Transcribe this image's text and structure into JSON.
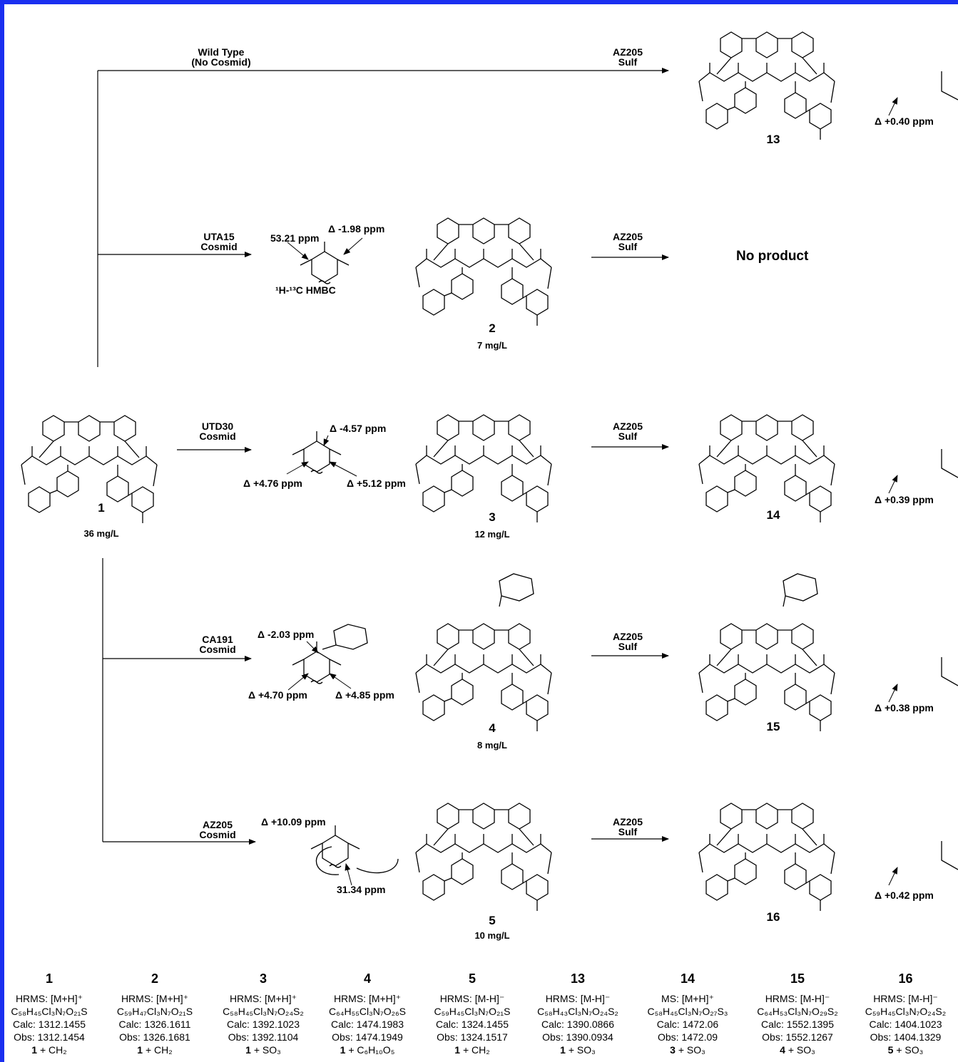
{
  "colors": {
    "frame": "#1a2ff0"
  },
  "routes": [
    {
      "name": "Wild Type",
      "sub": "(No Cosmid)"
    },
    {
      "name": "UTA15",
      "sub": "Cosmid"
    },
    {
      "name": "UTD30",
      "sub": "Cosmid"
    },
    {
      "name": "CA191",
      "sub": "Cosmid"
    },
    {
      "name": "AZ205",
      "sub": "Cosmid"
    }
  ],
  "sulf": {
    "name": "AZ205",
    "sub": "Sulf"
  },
  "no_product": "No product",
  "annotations": {
    "uta15": {
      "a": "53.21 ppm",
      "b": "Δ -1.98 ppm",
      "hmbc": "¹H-¹³C HMBC"
    },
    "utd30": {
      "a": "Δ -4.57 ppm",
      "b": "Δ +4.76 ppm",
      "c": "Δ +5.12 ppm"
    },
    "ca191": {
      "a": "Δ -2.03 ppm",
      "b": "Δ +4.70 ppm",
      "c": "Δ +4.85 ppm"
    },
    "az205": {
      "a": "Δ +10.09 ppm",
      "b": "31.34 ppm"
    },
    "right": [
      "Δ +0.40 ppm",
      "Δ +0.39 ppm",
      "Δ +0.38 ppm",
      "Δ +0.42 ppm"
    ]
  },
  "compounds": {
    "c1": {
      "num": "1",
      "yield": "36 mg/L"
    },
    "c2": {
      "num": "2",
      "yield": "7 mg/L"
    },
    "c3": {
      "num": "3",
      "yield": "12 mg/L"
    },
    "c4": {
      "num": "4",
      "yield": "8 mg/L"
    },
    "c5": {
      "num": "5",
      "yield": "10 mg/L"
    },
    "c13": {
      "num": "13"
    },
    "c14": {
      "num": "14"
    },
    "c15": {
      "num": "15"
    },
    "c16": {
      "num": "16"
    }
  },
  "hrms_table": [
    {
      "num": "1",
      "method": "HRMS: [M+H]⁺",
      "formula": "C₅₈H₄₅Cl₃N₇O₂₁S",
      "calc": "Calc: 1312.1455",
      "obs": "Obs: 1312.1454",
      "rel_base": "1",
      "rel_add": " + CH₂"
    },
    {
      "num": "2",
      "method": "HRMS: [M+H]⁺",
      "formula": "C₅₉H₄₇Cl₃N₇O₂₁S",
      "calc": "Calc: 1326.1611",
      "obs": "Obs: 1326.1681",
      "rel_base": "1",
      "rel_add": " + CH₂"
    },
    {
      "num": "3",
      "method": "HRMS: [M+H]⁺",
      "formula": "C₅₈H₄₅Cl₃N₇O₂₄S₂",
      "calc": "Calc: 1392.1023",
      "obs": "Obs: 1392.1104",
      "rel_base": "1",
      "rel_add": " + SO₃"
    },
    {
      "num": "4",
      "method": "HRMS: [M+H]⁺",
      "formula": "C₆₄H₅₅Cl₃N₇O₂₆S",
      "calc": "Calc: 1474.1983",
      "obs": "Obs: 1474.1949",
      "rel_base": "1",
      "rel_add": " + C₆H₁₀O₅"
    },
    {
      "num": "5",
      "method": "HRMS: [M-H]⁻",
      "formula": "C₅₉H₄₅Cl₃N₇O₂₁S",
      "calc": "Calc: 1324.1455",
      "obs": "Obs: 1324.1517",
      "rel_base": "1",
      "rel_add": " + CH₂"
    },
    {
      "num": "13",
      "method": "HRMS: [M-H]⁻",
      "formula": "C₅₈H₄₃Cl₃N₇O₂₄S₂",
      "calc": "Calc: 1390.0866",
      "obs": "Obs: 1390.0934",
      "rel_base": "1",
      "rel_add": " + SO₃"
    },
    {
      "num": "14",
      "method": "MS: [M+H]⁺",
      "formula": "C₅₈H₄₅Cl₃N₇O₂₇S₃",
      "calc": "Calc: 1472.06",
      "obs": "Obs: 1472.09",
      "rel_base": "3",
      "rel_add": " + SO₃"
    },
    {
      "num": "15",
      "method": "HRMS: [M-H]⁻",
      "formula": "C₆₄H₅₃Cl₃N₇O₂₉S₂",
      "calc": "Calc: 1552.1395",
      "obs": "Obs: 1552.1267",
      "rel_base": "4",
      "rel_add": " + SO₃"
    },
    {
      "num": "16",
      "method": "HRMS: [M-H]⁻",
      "formula": "C₅₉H₄₅Cl₃N₇O₂₄S₂",
      "calc": "Calc: 1404.1023",
      "obs": "Obs: 1404.1329",
      "rel_base": "5",
      "rel_add": " + SO₃"
    }
  ]
}
